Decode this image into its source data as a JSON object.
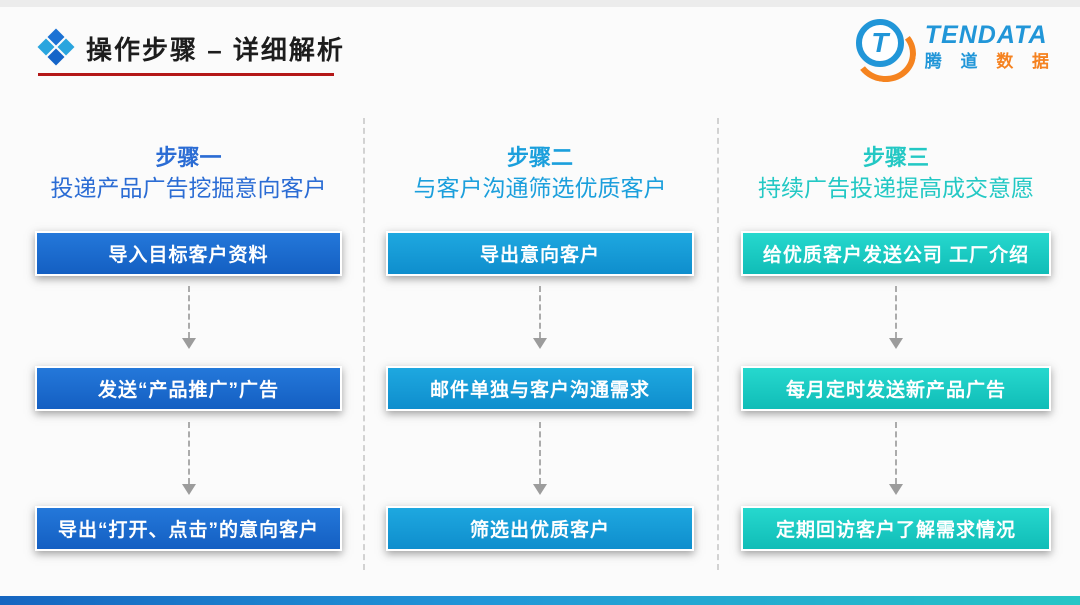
{
  "slide": {
    "title": "操作步骤 – 详细解析"
  },
  "logo": {
    "name": "TENDATA",
    "letter": "T",
    "cn_blue": "腾 道",
    "cn_orange": "数 据",
    "blue": "#2196d8",
    "orange": "#f58220"
  },
  "columns": [
    {
      "step": "步骤一",
      "subtitle": "投递产品广告挖掘意向客户",
      "accent": "#2b6cd4",
      "boxes": [
        "导入目标客户资料",
        "发送“产品推广”广告",
        "导出“打开、点击”的意向客户"
      ]
    },
    {
      "step": "步骤二",
      "subtitle": "与客户沟通筛选优质客户",
      "accent": "#1b9fdc",
      "boxes": [
        "导出意向客户",
        "邮件单独与客户沟通需求",
        "筛选出优质客户"
      ]
    },
    {
      "step": "步骤三",
      "subtitle": "持续广告投递提高成交意愿",
      "accent": "#23c8c4",
      "boxes": [
        "给优质客户发送公司 工厂介绍",
        "每月定时发送新产品广告",
        "定期回访客户了解需求情况"
      ]
    }
  ],
  "colors": {
    "title_underline": "#b41717",
    "footer_gradient": [
      "#1565c0",
      "#2196d8",
      "#26c6c6"
    ],
    "arrow_gray": "#9c9c9c"
  }
}
